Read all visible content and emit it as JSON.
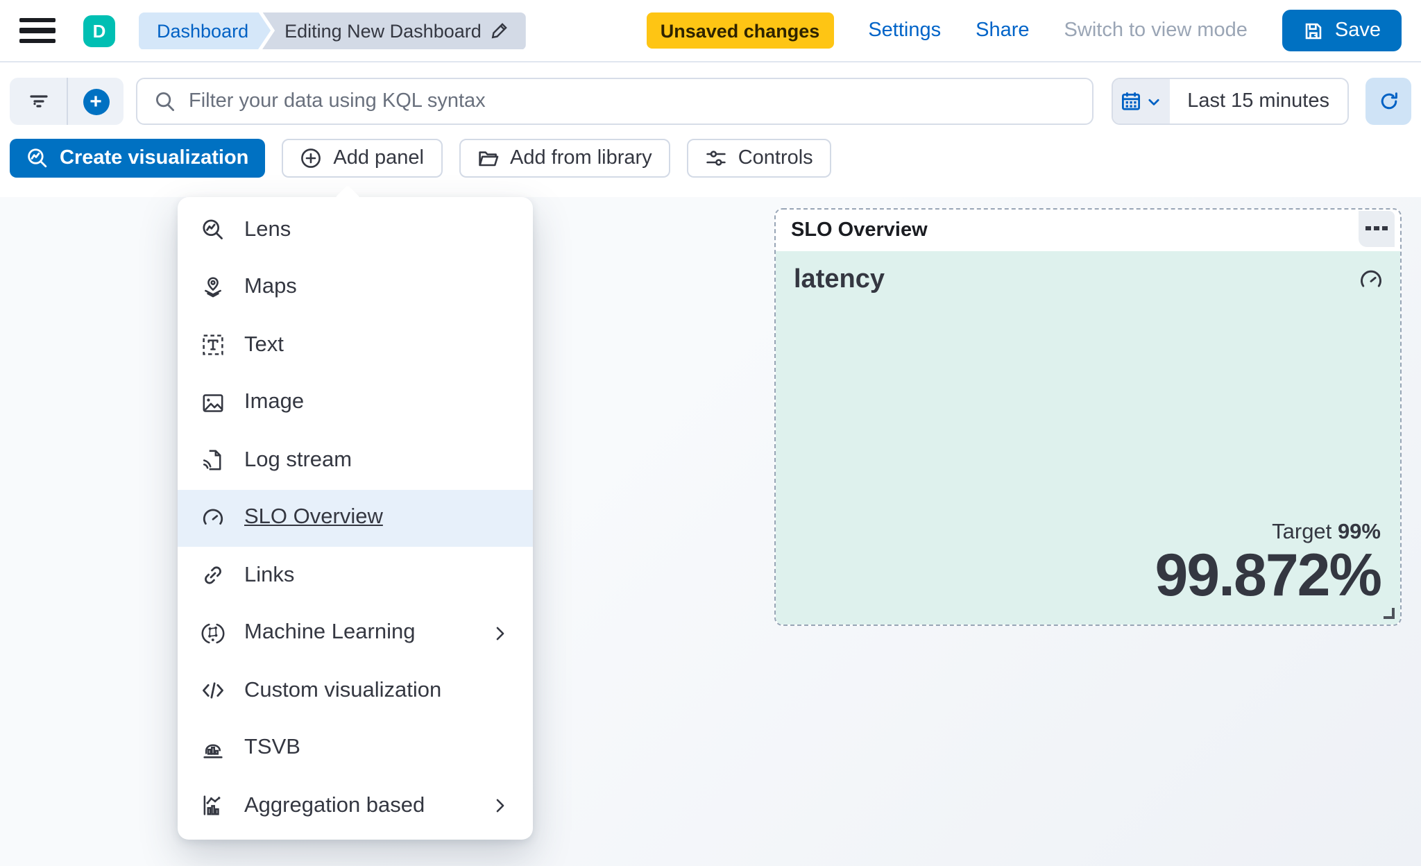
{
  "header": {
    "avatar_initial": "D",
    "breadcrumbs": {
      "root": "Dashboard",
      "current": "Editing New Dashboard"
    },
    "unsaved_badge": "Unsaved changes",
    "settings_label": "Settings",
    "share_label": "Share",
    "view_mode_label": "Switch to view mode",
    "save_label": "Save"
  },
  "query_bar": {
    "placeholder": "Filter your data using KQL syntax",
    "time_range": "Last 15 minutes"
  },
  "toolbar": {
    "create_visualization_label": "Create visualization",
    "add_panel_label": "Add panel",
    "add_from_library_label": "Add from library",
    "controls_label": "Controls"
  },
  "add_panel_menu": {
    "items": [
      {
        "label": "Lens",
        "icon": "lens-icon",
        "selected": false,
        "has_submenu": false
      },
      {
        "label": "Maps",
        "icon": "maps-icon",
        "selected": false,
        "has_submenu": false
      },
      {
        "label": "Text",
        "icon": "text-icon",
        "selected": false,
        "has_submenu": false
      },
      {
        "label": "Image",
        "icon": "image-icon",
        "selected": false,
        "has_submenu": false
      },
      {
        "label": "Log stream",
        "icon": "log-stream-icon",
        "selected": false,
        "has_submenu": false
      },
      {
        "label": "SLO Overview",
        "icon": "gauge-icon",
        "selected": true,
        "has_submenu": false
      },
      {
        "label": "Links",
        "icon": "link-icon",
        "selected": false,
        "has_submenu": false
      },
      {
        "label": "Machine Learning",
        "icon": "machine-learning-icon",
        "selected": false,
        "has_submenu": true
      },
      {
        "label": "Custom visualization",
        "icon": "code-icon",
        "selected": false,
        "has_submenu": false
      },
      {
        "label": "TSVB",
        "icon": "tsvb-icon",
        "selected": false,
        "has_submenu": false
      },
      {
        "label": "Aggregation based",
        "icon": "aggregation-icon",
        "selected": false,
        "has_submenu": true
      }
    ]
  },
  "slo_panel": {
    "title": "SLO Overview",
    "metric_name": "latency",
    "target_label": "Target",
    "target_value": "99%",
    "value": "99.872%"
  },
  "colors": {
    "primary_blue": "#0071c2",
    "link_blue": "#0064c8",
    "avatar_teal": "#00bfb3",
    "unsaved_yellow": "#fec514",
    "breadcrumb_blue_bg": "#d5e7f9",
    "breadcrumb_gray_bg": "#d3dae6",
    "panel_mint_bg": "#def1ed",
    "selected_row_bg": "#e7f0fa",
    "text_dark": "#343741"
  }
}
